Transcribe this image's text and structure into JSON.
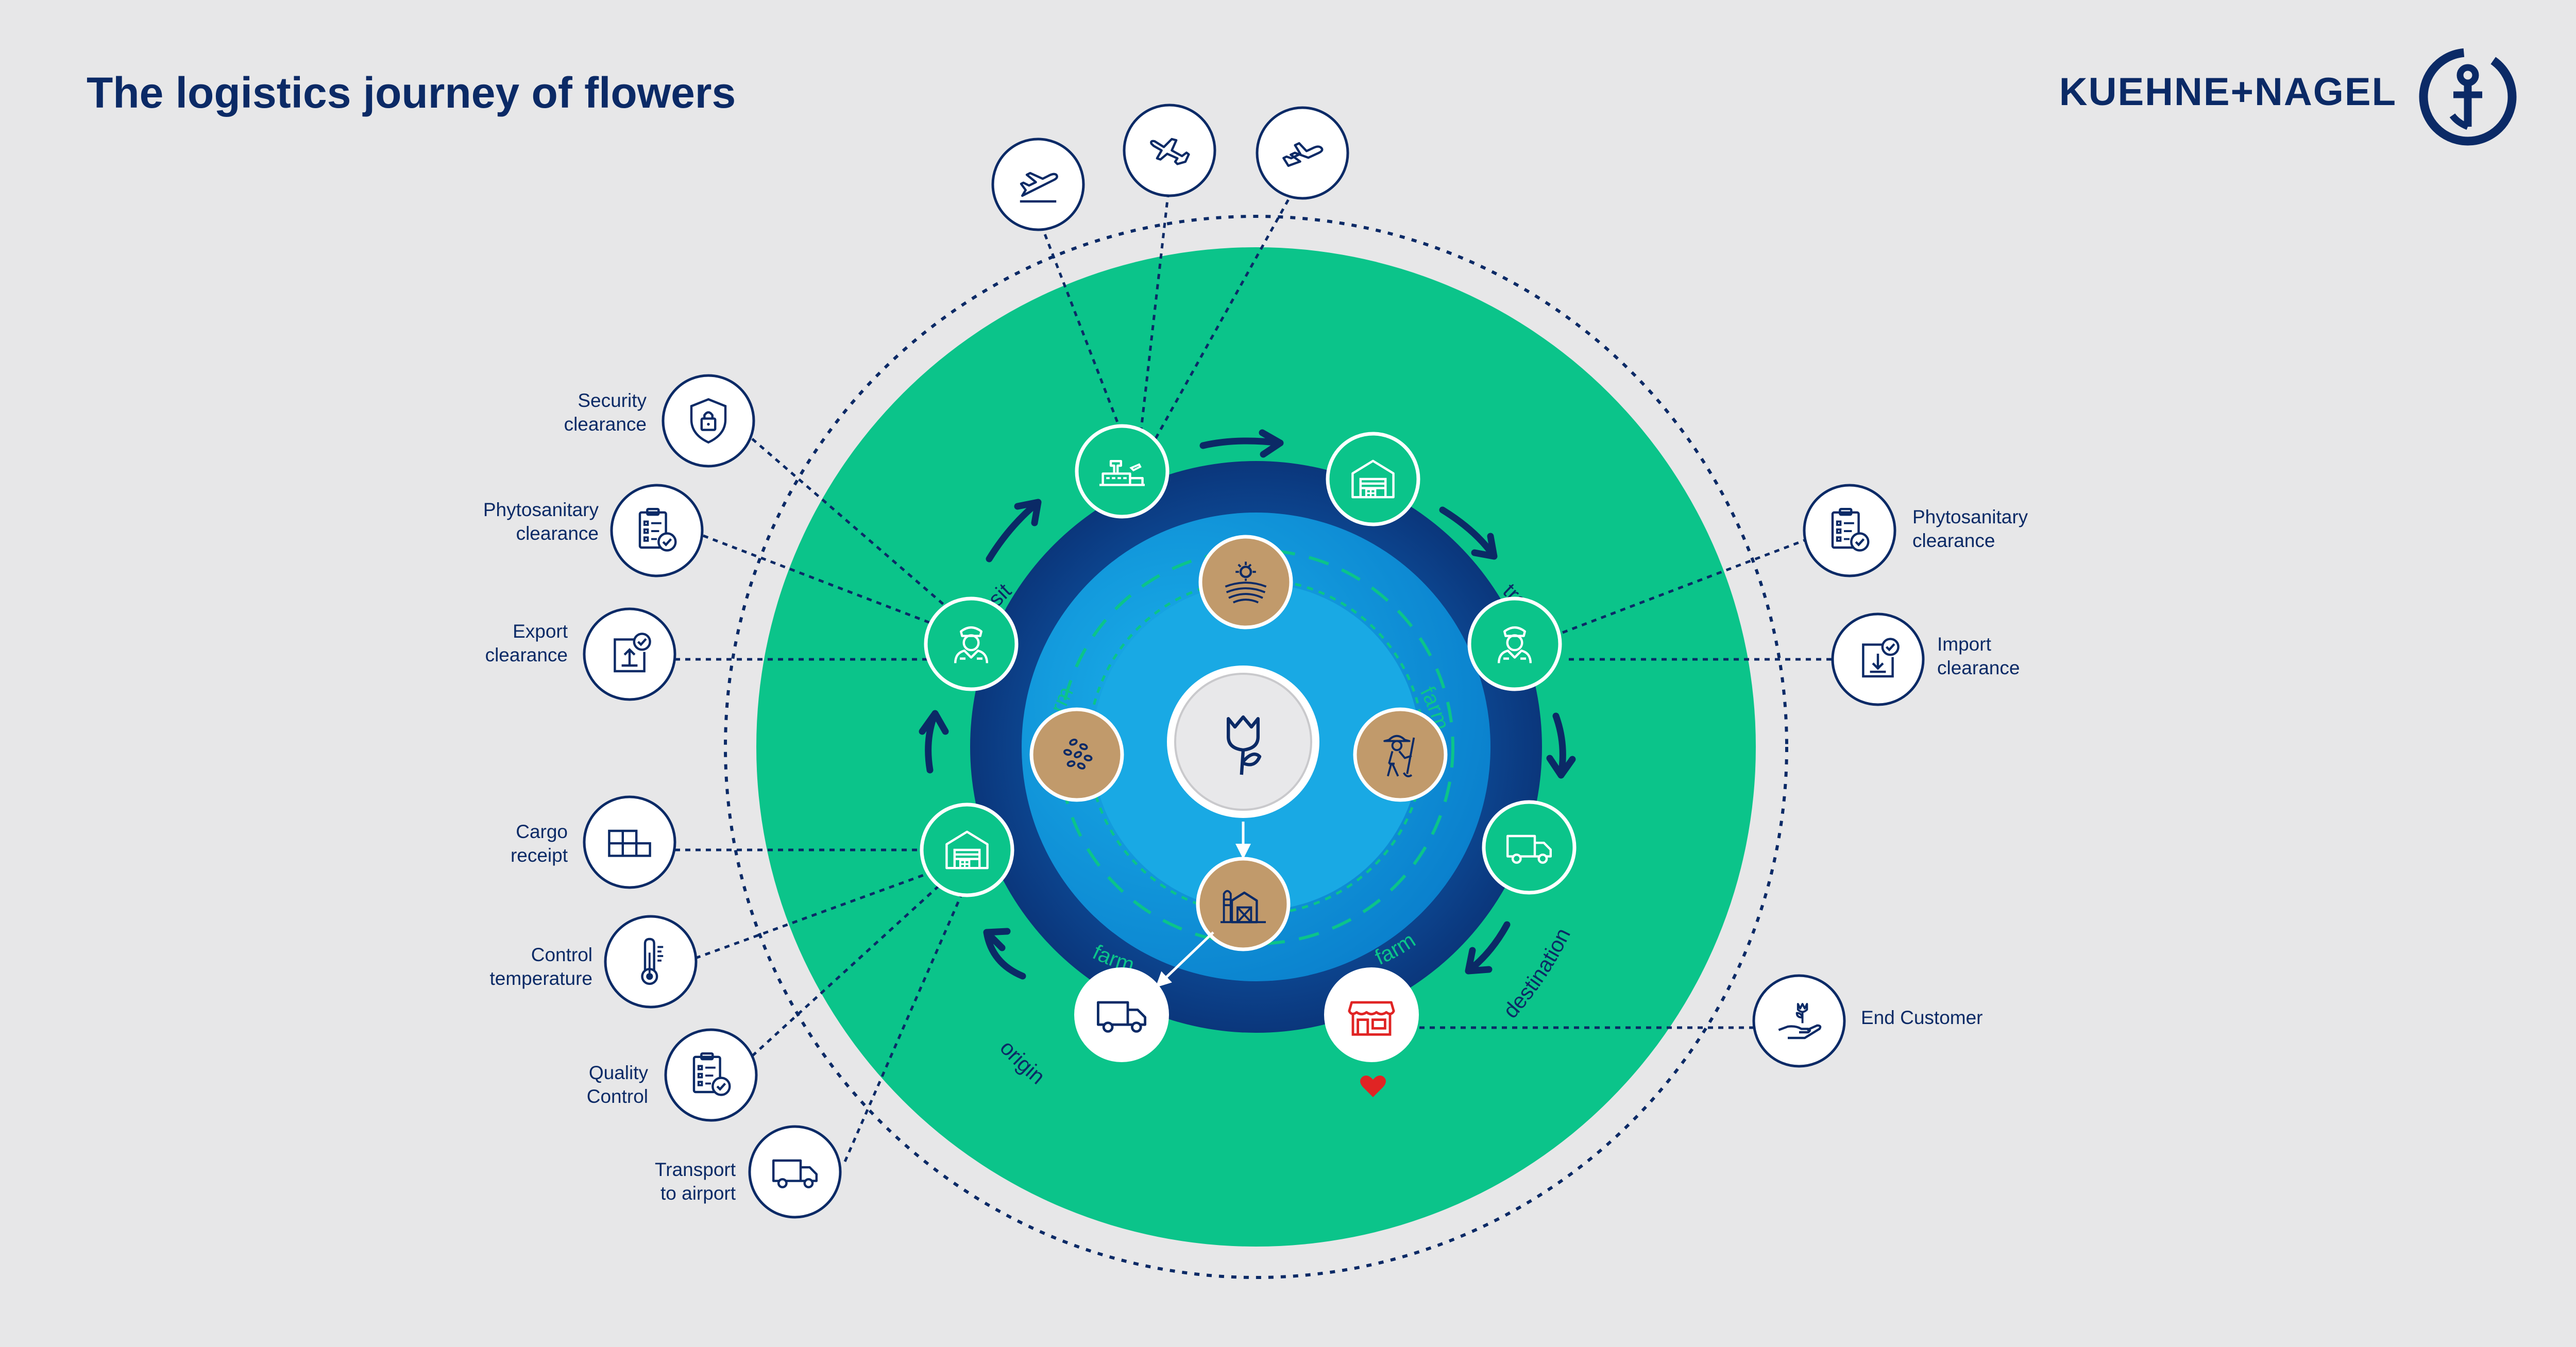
{
  "title": "The logistics journey of flowers",
  "logo": {
    "text": "KUEHNE+NAGEL",
    "emblem": "anchor-emblem-icon"
  },
  "colors": {
    "background": "#e7e7e8",
    "navy": "#0b2a66",
    "green": "#0bc48a",
    "blue": "#0a8fd4",
    "light_blue": "#1ca6e2",
    "farm_brown": "#c19a6b",
    "heart_red": "#e02424"
  },
  "ring_labels": {
    "farm": "farm",
    "transit": "transit",
    "origin": "origin",
    "destination": "destination"
  },
  "center": {
    "icon": "tulip-icon"
  },
  "farm_nodes": [
    {
      "icon": "field-sun-icon"
    },
    {
      "icon": "farmer-icon"
    },
    {
      "icon": "barn-icon"
    },
    {
      "icon": "seeds-icon"
    }
  ],
  "journey_nodes": [
    {
      "id": "origin-truck",
      "icon": "truck-icon"
    },
    {
      "id": "origin-warehouse",
      "icon": "warehouse-icon"
    },
    {
      "id": "origin-customs",
      "icon": "customs-officer-icon"
    },
    {
      "id": "origin-airport",
      "icon": "airport-icon"
    },
    {
      "id": "dest-warehouse",
      "icon": "warehouse-icon"
    },
    {
      "id": "dest-customs",
      "icon": "customs-officer-icon"
    },
    {
      "id": "dest-truck",
      "icon": "truck-icon"
    },
    {
      "id": "store",
      "icon": "store-icon"
    }
  ],
  "flights": [
    {
      "icon": "plane-takeoff-icon"
    },
    {
      "icon": "plane-cruise-icon"
    },
    {
      "icon": "plane-landing-icon"
    }
  ],
  "callouts_left": [
    {
      "label": [
        "Security",
        "clearance"
      ],
      "icon": "shield-lock-icon"
    },
    {
      "label": [
        "Phytosanitary",
        "clearance"
      ],
      "icon": "clipboard-check-icon"
    },
    {
      "label": [
        "Export",
        "clearance"
      ],
      "icon": "export-box-icon"
    },
    {
      "label": [
        "Cargo",
        "receipt"
      ],
      "icon": "stacked-boxes-icon"
    },
    {
      "label": [
        "Control",
        "temperature"
      ],
      "icon": "thermometer-icon"
    },
    {
      "label": [
        "Quality",
        "Control"
      ],
      "icon": "clipboard-check-icon"
    },
    {
      "label": [
        "Transport",
        "to airport"
      ],
      "icon": "truck-icon"
    }
  ],
  "callouts_right": [
    {
      "label": [
        "Phytosanitary",
        "clearance"
      ],
      "icon": "clipboard-check-icon"
    },
    {
      "label": [
        "Import",
        "clearance"
      ],
      "icon": "import-box-icon"
    },
    {
      "label": [
        "End Customer"
      ],
      "icon": "hand-flower-icon"
    }
  ]
}
